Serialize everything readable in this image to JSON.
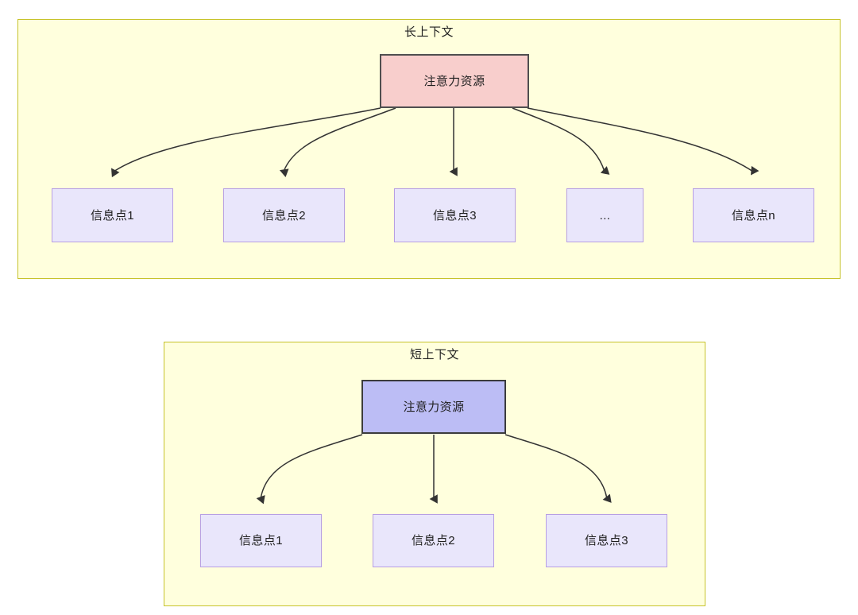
{
  "diagram": {
    "type": "flowchart",
    "background": "#ffffff",
    "palette": {
      "group_fill": "#ffffdd",
      "group_stroke": "#c7c32b",
      "root_long_fill": "#f8cecc",
      "root_long_stroke": "#4f4f4f",
      "root_short_fill": "#bcbdf5",
      "root_short_stroke": "#3c3c3c",
      "leaf_fill": "#e9e6fb",
      "leaf_stroke": "#b79fe3",
      "edge_stroke": "#333333",
      "text": "#1f1f1f"
    },
    "groups": [
      {
        "id": "long-context",
        "title": "长上下文",
        "root": {
          "id": "root-long",
          "label": "注意力资源"
        },
        "leaves": [
          {
            "id": "leaf-long-1",
            "label": "信息点1"
          },
          {
            "id": "leaf-long-2",
            "label": "信息点2"
          },
          {
            "id": "leaf-long-3",
            "label": "信息点3"
          },
          {
            "id": "leaf-long-ellipsis",
            "label": "..."
          },
          {
            "id": "leaf-long-n",
            "label": "信息点n"
          }
        ],
        "edge_count": 5
      },
      {
        "id": "short-context",
        "title": "短上下文",
        "root": {
          "id": "root-short",
          "label": "注意力资源"
        },
        "leaves": [
          {
            "id": "leaf-short-1",
            "label": "信息点1"
          },
          {
            "id": "leaf-short-2",
            "label": "信息点2"
          },
          {
            "id": "leaf-short-3",
            "label": "信息点3"
          }
        ],
        "edge_count": 3
      }
    ]
  }
}
